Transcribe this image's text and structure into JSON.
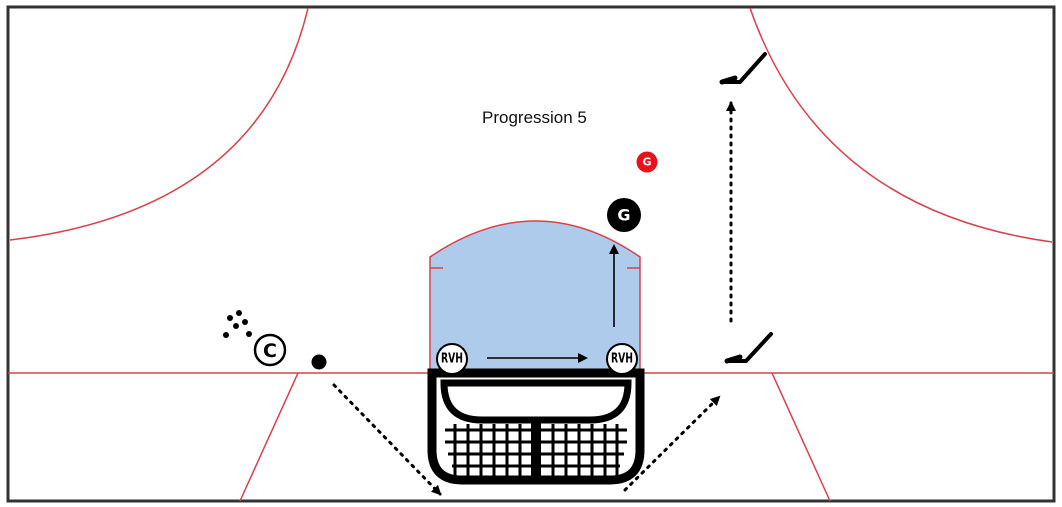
{
  "diagram": {
    "title": "Progression 5",
    "colors": {
      "border": "#333333",
      "rink_lines": "#d9404a",
      "crease_fill": "#aecbeb",
      "net": "#000000",
      "accent_goalie": "#e8131a",
      "ink": "#000000",
      "background": "#ffffff"
    },
    "players": {
      "goalie_primary": {
        "label": "G"
      },
      "goalie_secondary": {
        "label": "G"
      },
      "coach": {
        "label": "C"
      },
      "rvh_left": {
        "label": "RVH"
      },
      "rvh_right": {
        "label": "RVH"
      }
    },
    "icons": {
      "stick_top": "hockey-stick-icon",
      "stick_bottom": "hockey-stick-icon",
      "pucks_pile": "puck-pile-icon",
      "puck": "puck-icon"
    }
  }
}
